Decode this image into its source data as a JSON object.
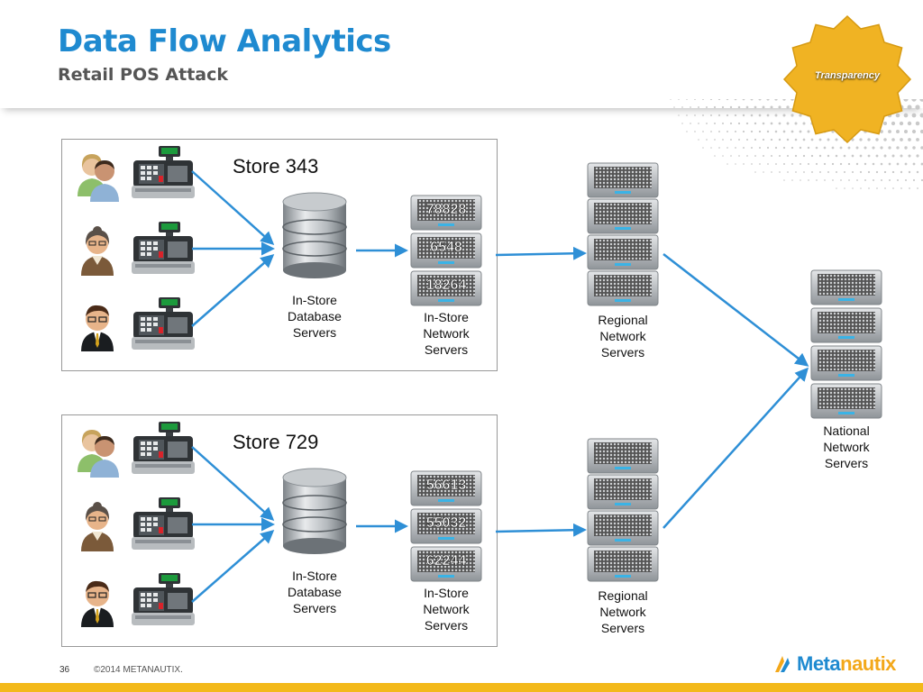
{
  "header": {
    "title": "Data Flow Analytics",
    "subtitle": "Retail POS Attack"
  },
  "badge": {
    "label": "Transparency",
    "color": "#f0b323"
  },
  "stores": [
    {
      "title": "Store 343",
      "db_caption": [
        "In-Store",
        "Database",
        "Servers"
      ],
      "net_caption": [
        "In-Store",
        "Network",
        "Servers"
      ],
      "server_ids": [
        "78828",
        "6548",
        "18264"
      ],
      "regional_caption": [
        "Regional",
        "Network",
        "Servers"
      ]
    },
    {
      "title": "Store 729",
      "db_caption": [
        "In-Store",
        "Database",
        "Servers"
      ],
      "net_caption": [
        "In-Store",
        "Network",
        "Servers"
      ],
      "server_ids": [
        "56613",
        "55032",
        "62244"
      ],
      "regional_caption": [
        "Regional",
        "Network",
        "Servers"
      ]
    }
  ],
  "national_caption": [
    "National",
    "Network",
    "Servers"
  ],
  "footer": {
    "page": "36",
    "copyright": "©2014 METANAUTIX.",
    "logo_main": "Meta",
    "logo_accent": "nautix"
  },
  "colors": {
    "accent": "#1f8ad0",
    "arrow": "#2e8fd6",
    "gold": "#f3b91a"
  },
  "icons": [
    "people-icon",
    "cashier-icon",
    "cash-register-icon",
    "database-icon",
    "server-rack-icon"
  ]
}
